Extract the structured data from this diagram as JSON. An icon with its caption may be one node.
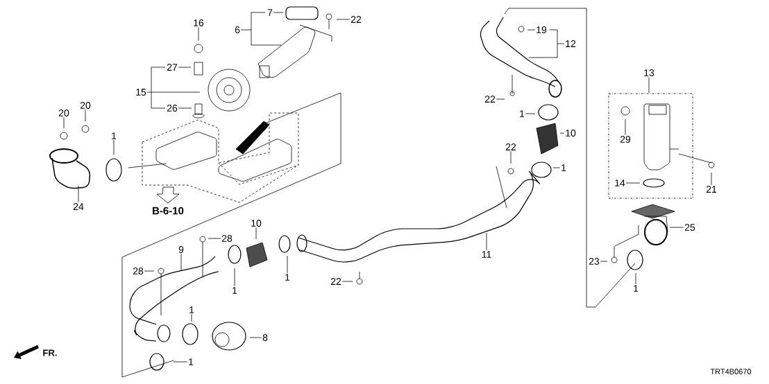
{
  "diagram": {
    "nodes": [
      {
        "text": [
          "16"
        ]
      },
      {
        "text": [
          "7"
        ]
      },
      {
        "text": [
          "6"
        ]
      },
      {
        "text": [
          "22"
        ]
      },
      {
        "text": [
          "27"
        ]
      },
      {
        "text": [
          "15"
        ]
      },
      {
        "text": [
          "26"
        ]
      },
      {
        "text": [
          "20"
        ]
      },
      {
        "text": [
          "20"
        ]
      },
      {
        "text": [
          "1"
        ]
      },
      {
        "text": [
          "24"
        ]
      },
      {
        "text": [
          "19"
        ]
      },
      {
        "text": [
          "12"
        ]
      },
      {
        "text": [
          "13"
        ]
      },
      {
        "text": [
          "22"
        ]
      },
      {
        "text": [
          "1"
        ]
      },
      {
        "text": [
          "10"
        ]
      },
      {
        "text": [
          "22"
        ]
      },
      {
        "text": [
          "1"
        ]
      },
      {
        "text": [
          "29"
        ]
      },
      {
        "text": [
          "14"
        ]
      },
      {
        "text": [
          "21"
        ]
      },
      {
        "text": [
          "25"
        ]
      },
      {
        "text": [
          "10"
        ]
      },
      {
        "text": [
          "28"
        ]
      },
      {
        "text": [
          "11"
        ]
      },
      {
        "text": [
          "9"
        ]
      },
      {
        "text": [
          "28"
        ]
      },
      {
        "text": [
          "23"
        ]
      },
      {
        "text": [
          "1"
        ]
      },
      {
        "text": [
          "1"
        ]
      },
      {
        "text": [
          "22"
        ]
      },
      {
        "text": [
          "1"
        ]
      },
      {
        "text": [
          "1"
        ]
      },
      {
        "text": [
          "8"
        ]
      },
      {
        "text": [
          "1"
        ]
      }
    ],
    "edges": [
      {
        "from": 0,
        "to": null,
        "arrow": "none"
      },
      {
        "from": 1,
        "to": null,
        "arrow": "none"
      },
      {
        "from": 2,
        "to": null,
        "arrow": "none"
      },
      {
        "from": 3,
        "to": null,
        "arrow": "none"
      },
      {
        "from": 4,
        "to": null,
        "arrow": "none"
      },
      {
        "from": 5,
        "to": null,
        "arrow": "none"
      },
      {
        "from": 6,
        "to": null,
        "arrow": "none"
      },
      {
        "from": 7,
        "to": null,
        "arrow": "none"
      },
      {
        "from": 8,
        "to": null,
        "arrow": "none"
      },
      {
        "from": 9,
        "to": null,
        "arrow": "none"
      },
      {
        "from": 10,
        "to": null,
        "arrow": "none"
      },
      {
        "from": 11,
        "to": null,
        "arrow": "none"
      },
      {
        "from": 12,
        "to": null,
        "arrow": "none"
      },
      {
        "from": 13,
        "to": null,
        "arrow": "none"
      },
      {
        "from": 14,
        "to": null,
        "arrow": "none"
      },
      {
        "from": 15,
        "to": null,
        "arrow": "none"
      },
      {
        "from": 16,
        "to": null,
        "arrow": "none"
      },
      {
        "from": 17,
        "to": null,
        "arrow": "none"
      },
      {
        "from": 18,
        "to": null,
        "arrow": "none"
      },
      {
        "from": 19,
        "to": null,
        "arrow": "none"
      },
      {
        "from": 20,
        "to": null,
        "arrow": "none"
      },
      {
        "from": 21,
        "to": null,
        "arrow": "none"
      },
      {
        "from": 22,
        "to": null,
        "arrow": "none"
      },
      {
        "from": 23,
        "to": null,
        "arrow": "none"
      },
      {
        "from": 24,
        "to": null,
        "arrow": "none"
      },
      {
        "from": 25,
        "to": null,
        "arrow": "none"
      },
      {
        "from": 26,
        "to": null,
        "arrow": "none"
      },
      {
        "from": 27,
        "to": null,
        "arrow": "none"
      },
      {
        "from": 28,
        "to": null,
        "arrow": "none"
      },
      {
        "from": 29,
        "to": null,
        "arrow": "none"
      },
      {
        "from": 30,
        "to": null,
        "arrow": "none"
      },
      {
        "from": 31,
        "to": null,
        "arrow": "none"
      },
      {
        "from": 32,
        "to": null,
        "arrow": "none"
      },
      {
        "from": 33,
        "to": null,
        "arrow": "none"
      },
      {
        "from": 34,
        "to": null,
        "arrow": "none"
      },
      {
        "from": 35,
        "to": null,
        "arrow": "none"
      }
    ],
    "labels": [
      "B-6-10",
      "FR.",
      "TRT4B0670"
    ]
  }
}
